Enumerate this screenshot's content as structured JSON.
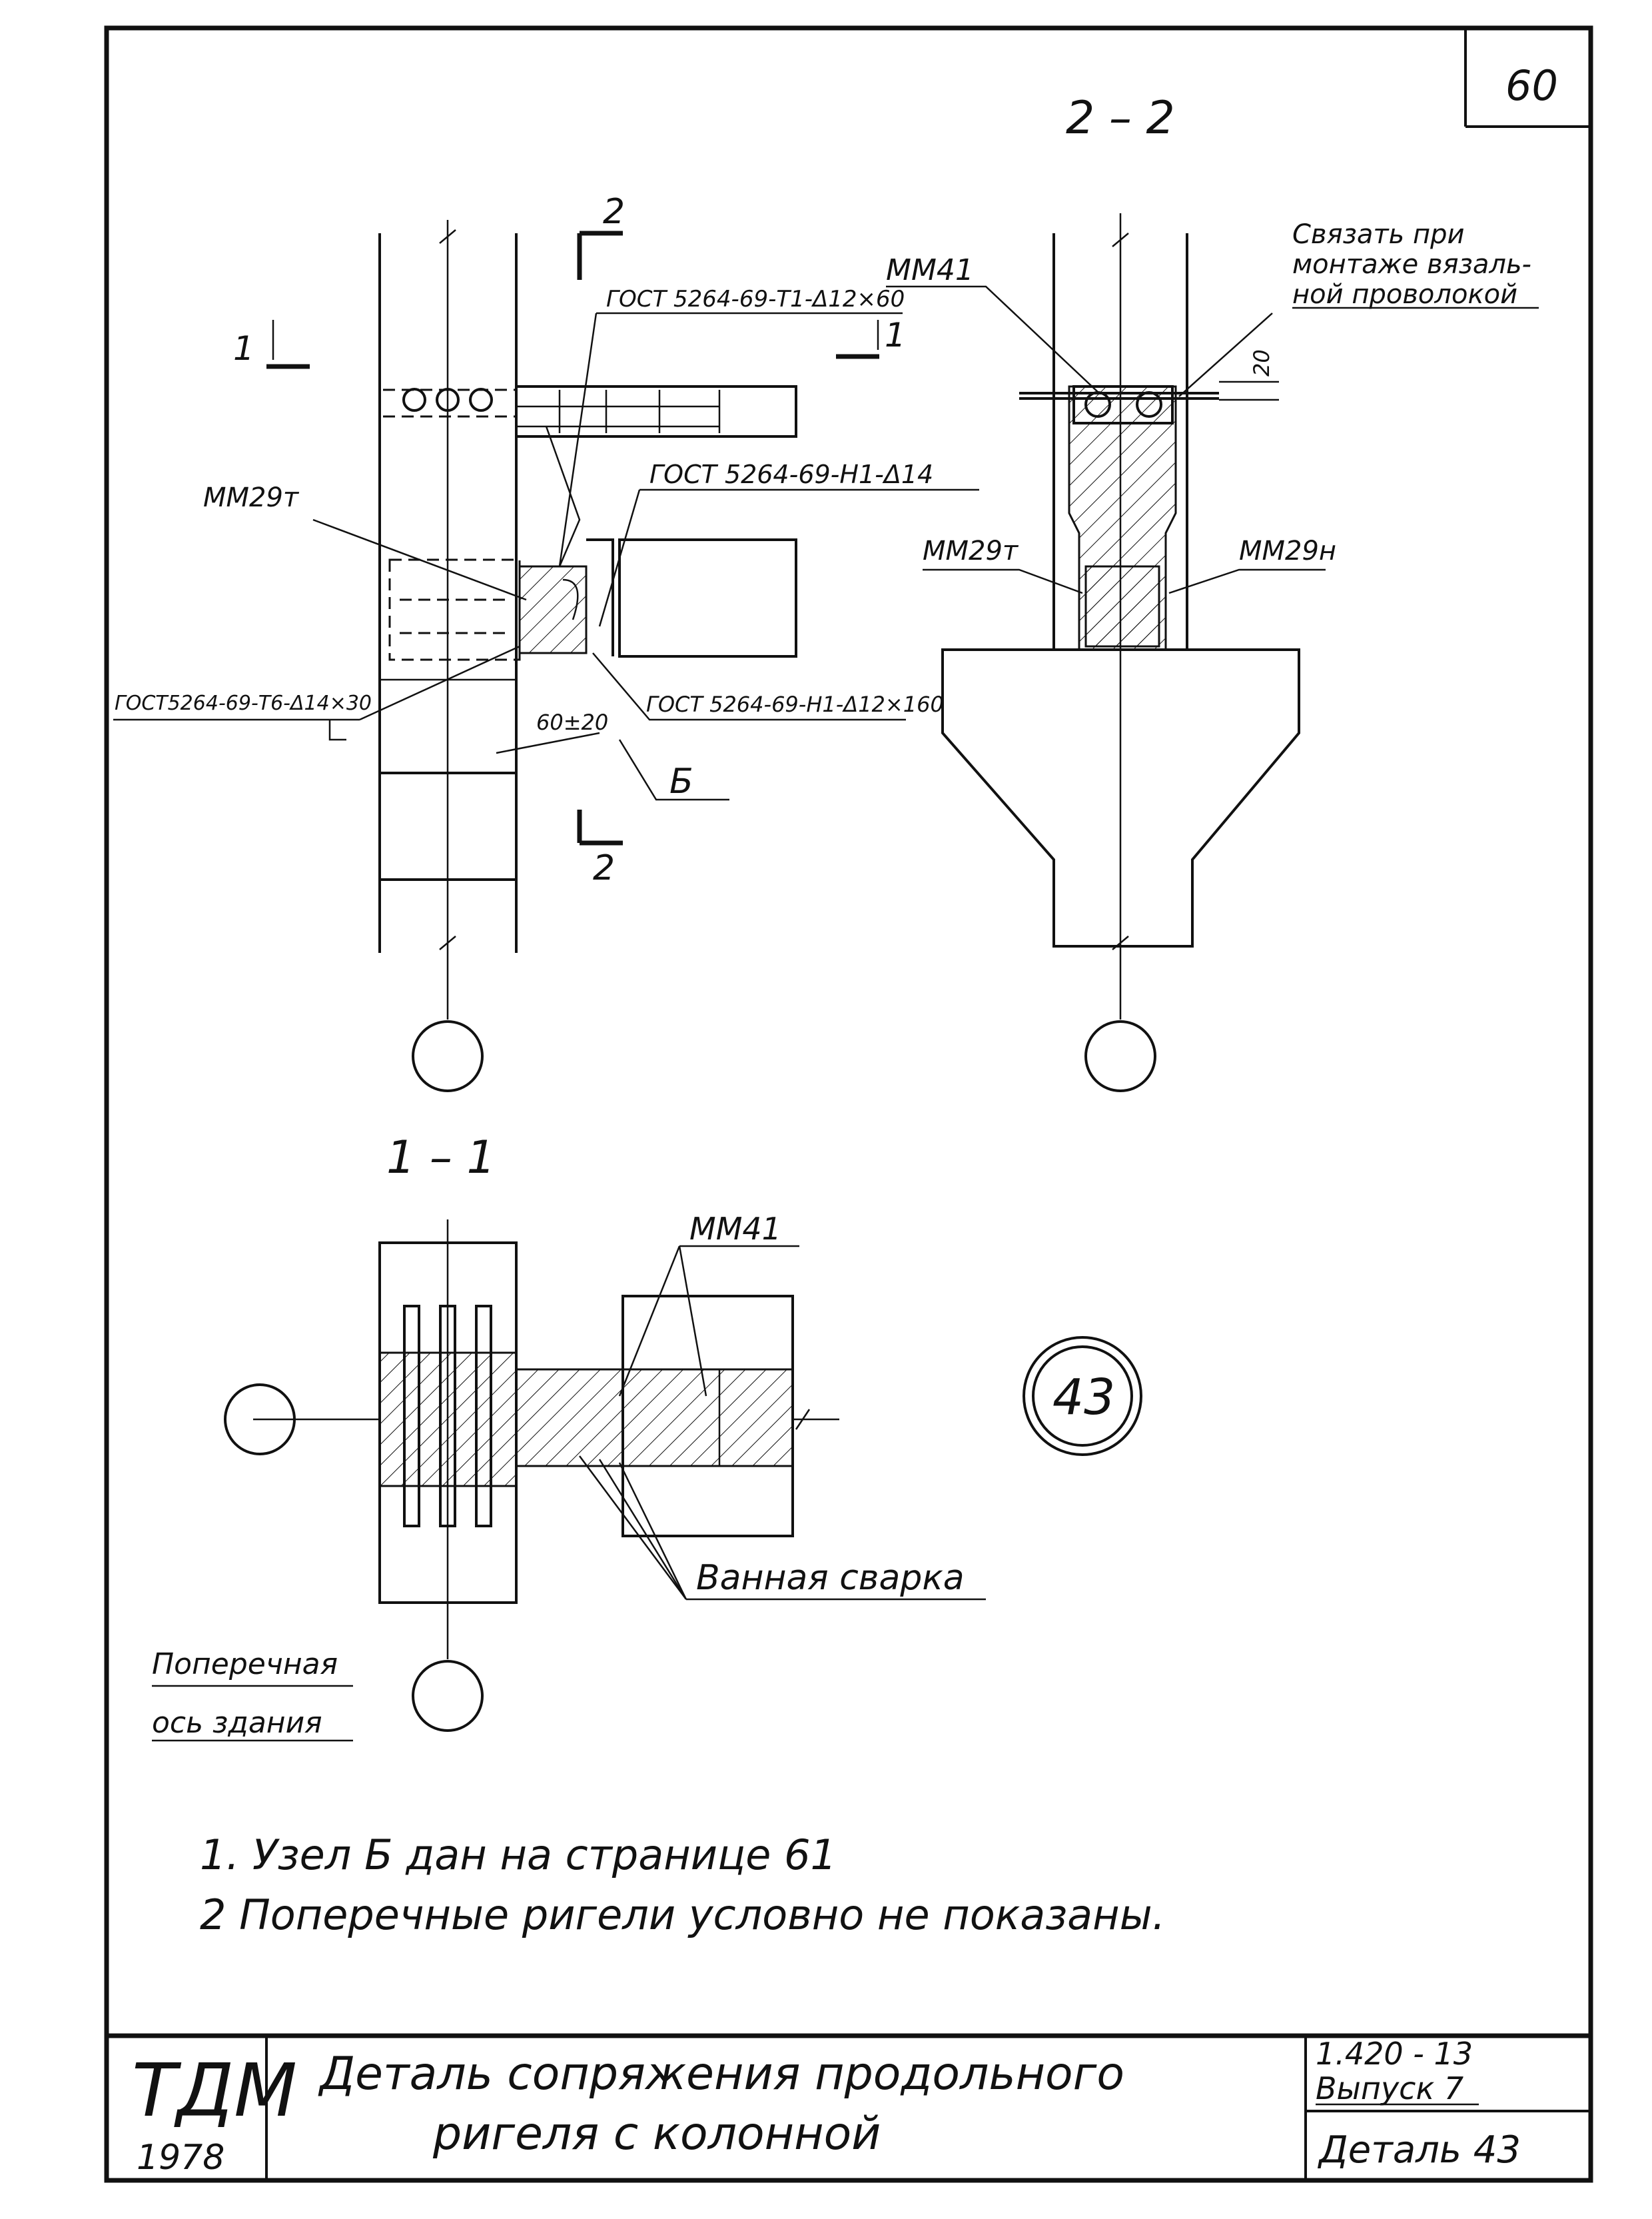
{
  "sheet": {
    "page_number": "60"
  },
  "section_2_2": {
    "title": "2 – 2",
    "mark_mm41": "ММ41",
    "note_tie": [
      "Связать при",
      "монтаже вязаль-",
      "ной проволокой"
    ],
    "dim_20": "20",
    "mark_mm29t": "ММ29т",
    "mark_mm29n": "ММ29н"
  },
  "elevation": {
    "cut_mark_2": "2",
    "cut_mark_1": "1",
    "gost_top": "ГОСТ 5264-69-Т1-Δ12×60",
    "gost_mid": "ГОСТ 5264-69-Н1-Δ14",
    "mark_mm29t": "ММ29т",
    "gost_left": "ГОСТ5264-69-Т6-Δ14×30",
    "dim_60": "60±20",
    "gost_right": "ГОСТ 5264-69-Н1-Δ12×160",
    "node_b": "Б"
  },
  "section_1_1": {
    "title": "1 – 1",
    "mark_mm41": "ММ41",
    "welding": "Ванная сварка",
    "axis_label": [
      "Поперечная",
      "ось здания"
    ]
  },
  "detail_number": "43",
  "notes": [
    "1.  Узел  Б   дан  на  странице 61",
    "2  Поперечные  ригели  условно  не  показаны."
  ],
  "title_block": {
    "org": "ТДМ",
    "year": "1978",
    "title_line1": "Деталь  сопряжения  продольного",
    "title_line2": "ригеля   с  колонной",
    "code": "1.420 - 13",
    "issue": "Выпуск 7",
    "detail": "Деталь 43"
  }
}
